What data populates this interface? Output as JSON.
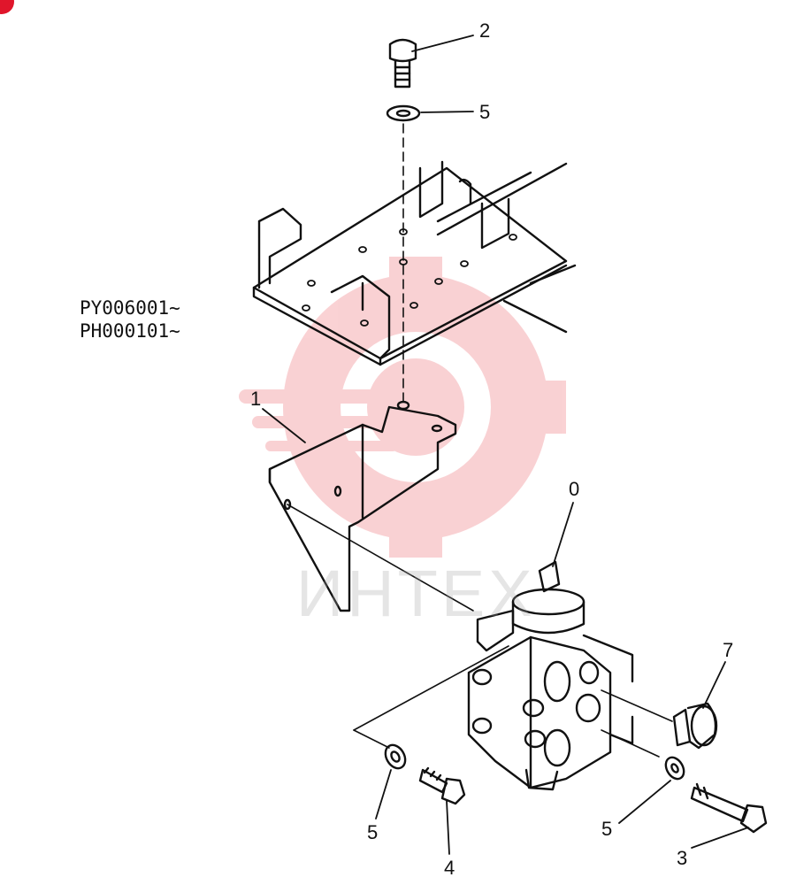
{
  "serials": [
    "PY006001~",
    "PH000101~"
  ],
  "callouts": [
    {
      "id": "part-2",
      "label": "2"
    },
    {
      "id": "part-5-top",
      "label": "5"
    },
    {
      "id": "part-1",
      "label": "1"
    },
    {
      "id": "part-0",
      "label": "0"
    },
    {
      "id": "part-7",
      "label": "7"
    },
    {
      "id": "part-5-left",
      "label": "5"
    },
    {
      "id": "part-4",
      "label": "4"
    },
    {
      "id": "part-5-right",
      "label": "5"
    },
    {
      "id": "part-3",
      "label": "3"
    }
  ],
  "watermark": {
    "text": "ИНТЕХ",
    "color": "#e8323c"
  },
  "colors": {
    "ink": "#111111",
    "watermark": "#e8323c",
    "corner": "#e0162b"
  }
}
